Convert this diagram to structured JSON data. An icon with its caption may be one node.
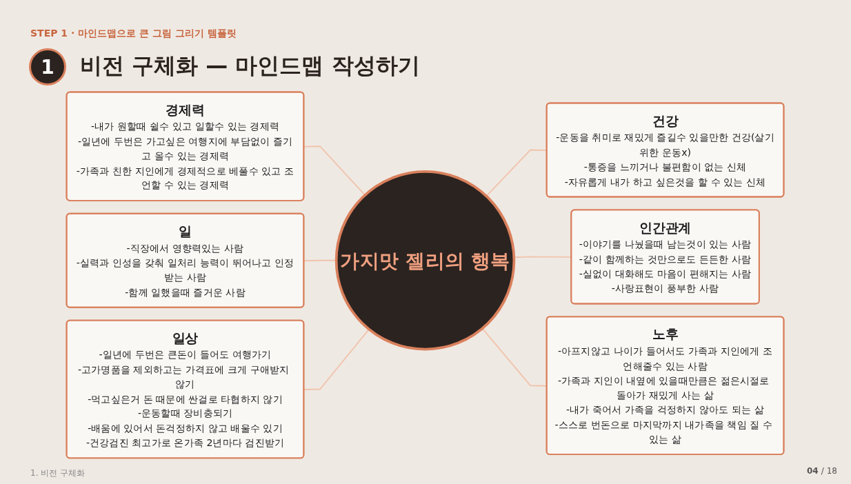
{
  "diagram": {
    "title": "비전 구체화 — 마인드맵 작성하기",
    "nodes": [
      {
        "text": [
          "경제력",
          "-내가 원할때 쉴수 있고 일할수 있는 경제력",
          "-일년에 두번은 가고싶은 여행지에 부담없이 즐기고 올수 있는 경제력",
          "-가족과 친한 지인에게 경제적으로 베풀수 있고 조언할 수 있는 경제력"
        ]
      },
      {
        "text": [
          "건강",
          "-운동을 취미로 재밌게 즐길수 있을만한 건강(살기위한 운동x)",
          "-통증을 느끼거나 불편함이 없는 신체",
          "-자유롭게 내가 하고 싶은것을 할 수 있는 신체"
        ]
      },
      {
        "text": [
          "일",
          "-직장에서 영향력있는 사람",
          "-실력과 인성을 갖춰 일처리 능력이 뛰어나고 인정받는 사람",
          "-함께 일했을때 즐거운 사람"
        ]
      },
      {
        "text": [
          "가지맛 젤리의 행복"
        ]
      },
      {
        "text": [
          "인간관계",
          "-이야기를 나눴을때 남는것이 있는 사람",
          "-같이 함께하는 것만으로도 든든한 사람",
          "-실없이 대화해도 마음이 편해지는 사람",
          "-사랑표현이 풍부한 사람"
        ]
      },
      {
        "text": [
          "일상",
          "-일년에 두번은 큰돈이 들어도 여행가기",
          "-고가명품을 제외하고는 가격표에 크게 구애받지 않기",
          "-먹고싶은거 돈 때문에 싼걸로 타협하지 않기",
          "-운동할때 장비충되기",
          "-배움에 있어서 돈걱정하지 않고 배울수 있기",
          "-건강검진 최고가로 온가족 2년마다 검진받기"
        ]
      },
      {
        "text": [
          "노후",
          "-아프지않고 나이가 들어서도 가족과 지인에게 조언해줄수 있는 사람",
          "-가족과 지인이 내옆에 있을때만큼은 젊은시절로 돌아가 재밌게 사는 삶",
          "-내가 죽어서 가족을 걱정하지 않아도 되는 삶",
          "-스스로 번돈으로 마지막까지 내가족을 책임 질 수 있는 삶"
        ]
      }
    ],
    "edges": [
      {
        "from": 0,
        "to": 3,
        "arrow": "none"
      },
      {
        "from": 3,
        "to": 1,
        "arrow": "none"
      },
      {
        "from": 2,
        "to": 3,
        "arrow": "none"
      },
      {
        "from": 3,
        "to": 4,
        "arrow": "none"
      },
      {
        "from": 5,
        "to": 3,
        "arrow": "none"
      },
      {
        "from": 3,
        "to": 6,
        "arrow": "none"
      }
    ],
    "labels": [
      "STEP 1 · 마인드맵으로 큰 그림 그리기 템플릿",
      "1",
      "1. 비전 구체화",
      "04",
      "/",
      "18"
    ]
  }
}
